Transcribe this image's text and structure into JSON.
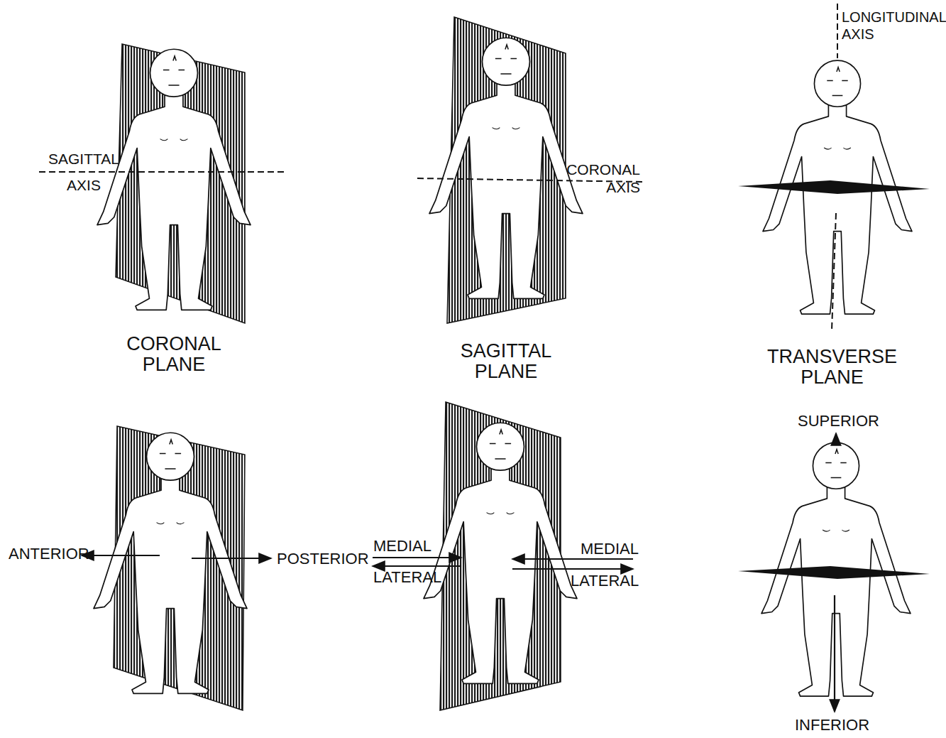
{
  "diagram": {
    "labels": [
      "SAGITTAL AXIS",
      "CORONAL PLANE",
      "CORONAL AXIS",
      "SAGITTAL PLANE",
      "LONGITUDINAL AXIS",
      "TRANSVERSE PLANE",
      "ANTERIOR",
      "POSTERIOR",
      "MEDIAL",
      "LATERAL",
      "MEDIAL",
      "LATERAL",
      "SUPERIOR",
      "INFERIOR"
    ]
  }
}
